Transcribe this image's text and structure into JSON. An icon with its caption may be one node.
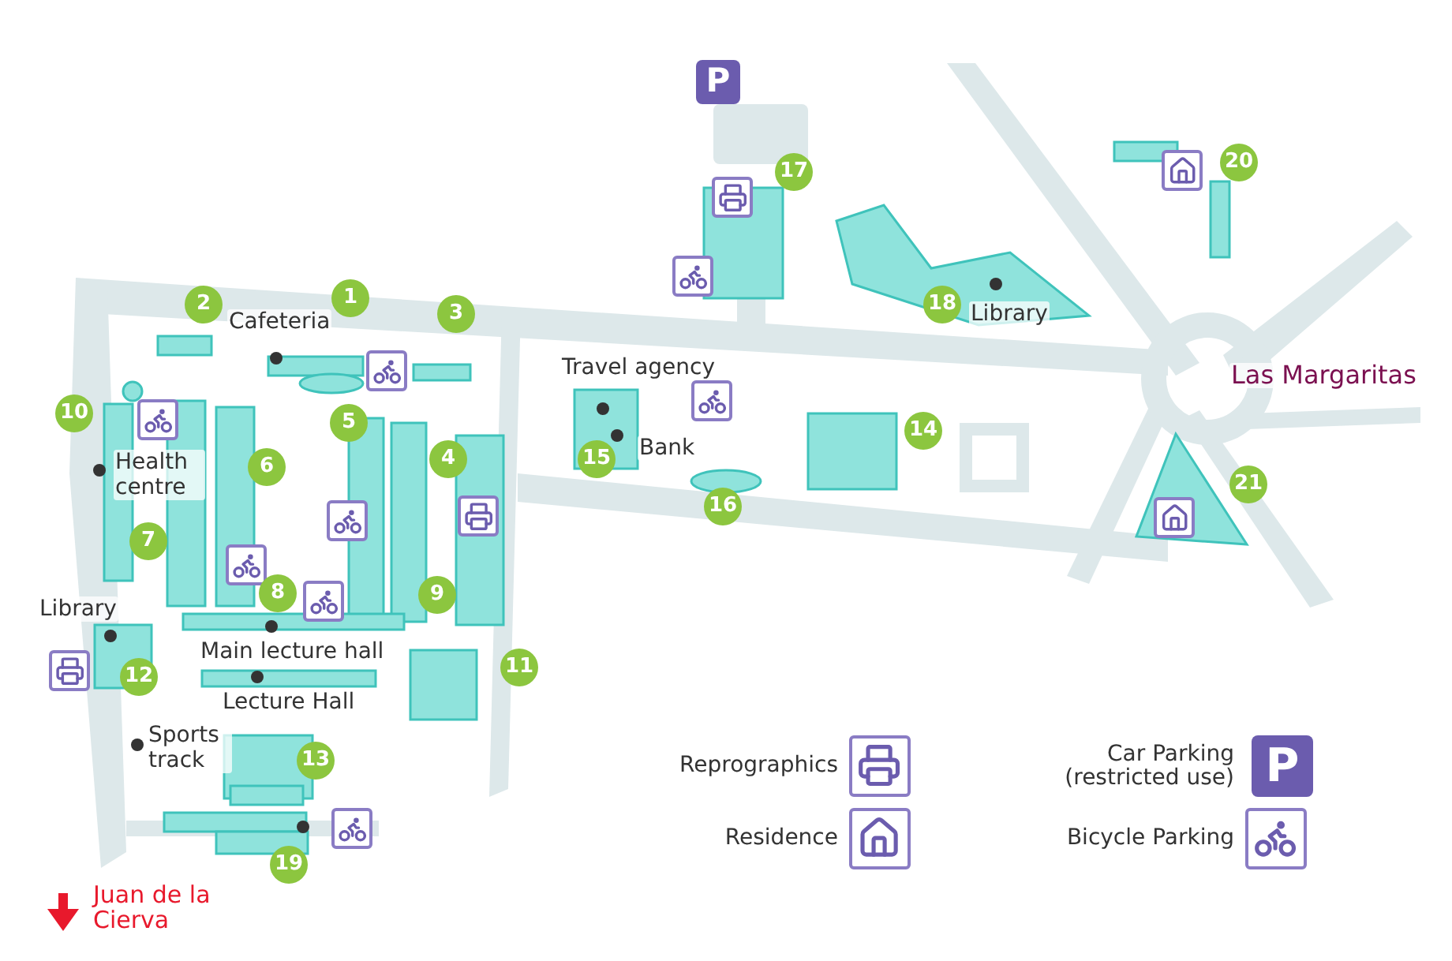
{
  "diagram": {
    "nodes": [
      {
        "text": [
          "1"
        ]
      },
      {
        "text": [
          "2"
        ]
      },
      {
        "text": [
          "3"
        ]
      },
      {
        "text": [
          "4"
        ]
      },
      {
        "text": [
          "5"
        ]
      },
      {
        "text": [
          "6"
        ]
      },
      {
        "text": [
          "7"
        ]
      },
      {
        "text": [
          "8"
        ]
      },
      {
        "text": [
          "9"
        ]
      },
      {
        "text": [
          "10"
        ]
      },
      {
        "text": [
          "11"
        ]
      },
      {
        "text": [
          "12"
        ]
      },
      {
        "text": [
          "13"
        ]
      },
      {
        "text": [
          "14"
        ]
      },
      {
        "text": [
          "15"
        ]
      },
      {
        "text": [
          "16"
        ]
      },
      {
        "text": [
          "17"
        ]
      },
      {
        "text": [
          "18"
        ]
      },
      {
        "text": [
          "19"
        ]
      },
      {
        "text": [
          "20"
        ]
      },
      {
        "text": [
          "21"
        ]
      },
      {
        "text": [
          "P"
        ]
      },
      {
        "text": [
          "P"
        ]
      }
    ],
    "labels": [
      "Library",
      "Cafeteria",
      "Travel agency",
      "Las Margaritas",
      "Bank",
      "Health centre",
      "Library",
      "Main lecture hall",
      "Lecture Hall",
      "Sports track",
      "Juan de la Cierva"
    ],
    "legend": [
      {
        "text": "Reprographics"
      },
      {
        "text": "Residence"
      },
      {
        "text": "Car Parking (restricted use)"
      },
      {
        "text": "Bicycle Parking"
      }
    ]
  }
}
